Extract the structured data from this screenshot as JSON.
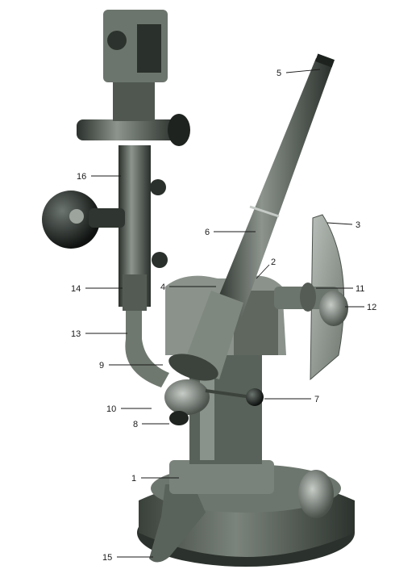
{
  "figure": {
    "background": "#ffffff",
    "ink": "#1a1a1a",
    "metal_dark": "#2f3530",
    "metal_mid": "#5d665f",
    "metal_light": "#a9b0aa",
    "callouts": [
      {
        "id": "c1",
        "text": "1"
      },
      {
        "id": "c2",
        "text": "2"
      },
      {
        "id": "c3",
        "text": "3"
      },
      {
        "id": "c4",
        "text": "4"
      },
      {
        "id": "c5",
        "text": "5"
      },
      {
        "id": "c6",
        "text": "6"
      },
      {
        "id": "c7",
        "text": "7"
      },
      {
        "id": "c8",
        "text": "8"
      },
      {
        "id": "c9",
        "text": "9"
      },
      {
        "id": "c10",
        "text": "10"
      },
      {
        "id": "c11",
        "text": "11"
      },
      {
        "id": "c12",
        "text": "12"
      },
      {
        "id": "c13",
        "text": "13"
      },
      {
        "id": "c14",
        "text": "14"
      },
      {
        "id": "c15",
        "text": "15"
      },
      {
        "id": "c16",
        "text": "16"
      }
    ]
  }
}
